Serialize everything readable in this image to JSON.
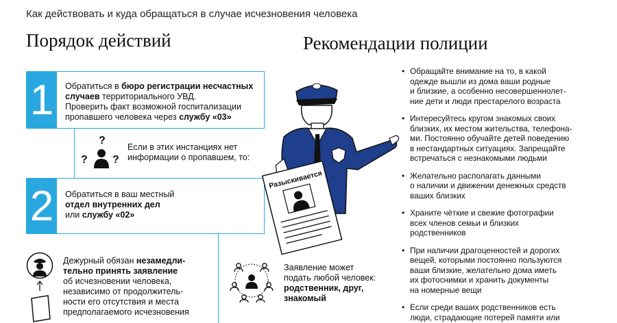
{
  "header": {
    "subtitle": "Как действовать и куда обращаться в случае исчезновения человека"
  },
  "left_column": {
    "title": "Порядок действий",
    "step1": {
      "number": "1",
      "line1_pre": "Обратиться в ",
      "line1_bold": "бюро регистрации несчастных",
      "line2_bold": "случаев",
      "line2_post": " территориального УВД.",
      "line3": "Проверить факт возможной госпитализации",
      "line4_pre": "пропавшего человека через ",
      "line4_bold": "службу «03»"
    },
    "between_note": {
      "line1": "Если в этих инстанциях нет",
      "line2": "информации о пропавшем, то:"
    },
    "step2": {
      "number": "2",
      "line1": "Обратиться в ваш местный",
      "line2_bold": "отдел внутренних дел",
      "line3_pre": "или ",
      "line3_bold": "службу «02»"
    },
    "duty_note": {
      "line1_pre": "Дежурный обязан ",
      "line1_bold": "незамедли-",
      "line2_bold": "тельно принять заявление",
      "line3": "об исчезновении человека,",
      "line4": "независимо от продолжитель-",
      "line5": "ности его отсутствия и места",
      "line6": "предполагаемого исчезновения"
    },
    "anyone_note": {
      "line1": "Заявление может",
      "line2": "подать любой человек:",
      "line3_bold": "родственник, друг,",
      "line4_bold": "знакомый"
    }
  },
  "illustration": {
    "poster_label": "Разыскивается"
  },
  "right_column": {
    "title": "Рекомендации полиции",
    "items": [
      {
        "lines": [
          "Обращайте внимание на то, в какой",
          "одежде вышли из дома ваши родные",
          "и близкие, а особенно несовершеннолет-",
          "ние дети и люди престарелого возраста"
        ]
      },
      {
        "lines": [
          "Интересуйтесь кругом знакомых своих",
          "близких, их местом жительства, телефона-",
          "ми. Постоянно обучайте детей поведению",
          "в нестандартных ситуациях. Запрещайте",
          "встречаться с незнакомыми людьми"
        ]
      },
      {
        "lines": [
          "Желательно располагать данными",
          "о наличии и движении денежных средств",
          "ваших близких"
        ]
      },
      {
        "lines": [
          "Храните чёткие и свежие фотографии",
          "всех членов семьи и близких",
          "родственников"
        ]
      },
      {
        "lines": [
          "При наличии драгоценностей и дорогих",
          "вещей, которыми постоянно пользуются",
          "ваши близкие, желательно дома иметь",
          "их фотоснимки и хранить документы",
          "на номерные вещи"
        ]
      },
      {
        "lines": [
          "Если среди ваших родственников есть",
          "люди, страдающие потерей памяти или"
        ]
      }
    ]
  },
  "colors": {
    "accent": "#29a8e0",
    "uniform": "#1f3f8c",
    "ink": "#111111"
  }
}
